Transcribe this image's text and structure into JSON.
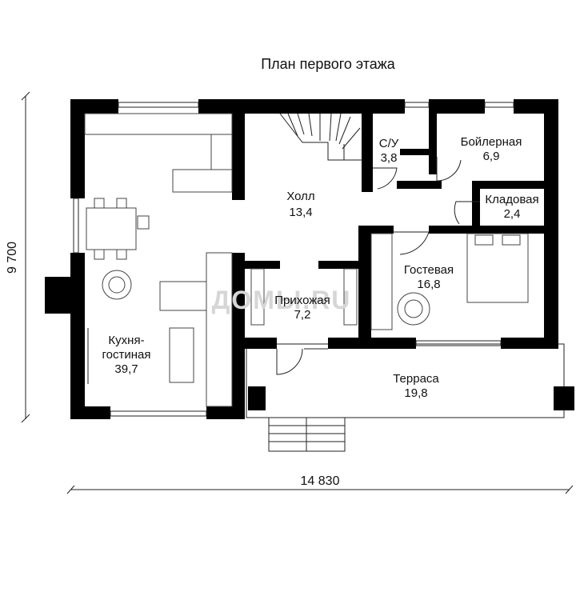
{
  "title": "План первого этажа",
  "dimensions": {
    "width": "14 830",
    "height": "9 700"
  },
  "watermark": "ДОМЫ.RU",
  "rooms": {
    "kitchen": {
      "name_line1": "Кухня-",
      "name_line2": "гостиная",
      "area": "39,7"
    },
    "hall": {
      "name": "Холл",
      "area": "13,4"
    },
    "bathroom": {
      "name": "С/У",
      "area": "3,8"
    },
    "boiler": {
      "name": "Бойлерная",
      "area": "6,9"
    },
    "storage": {
      "name": "Кладовая",
      "area": "2,4"
    },
    "guest": {
      "name": "Гостевая",
      "area": "16,8"
    },
    "entry": {
      "name": "Прихожая",
      "area": "7,2"
    },
    "terrace": {
      "name": "Терраса",
      "area": "19,8"
    }
  }
}
